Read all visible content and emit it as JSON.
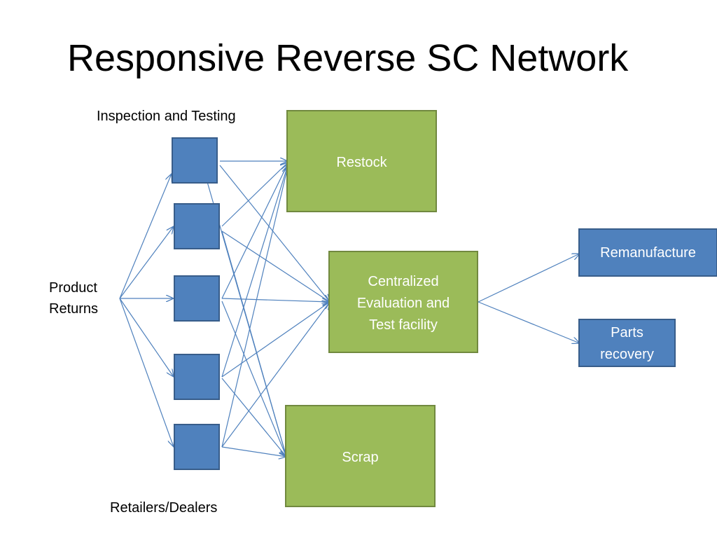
{
  "title": "Responsive Reverse SC Network",
  "labels": {
    "inspection": "Inspection and Testing",
    "product_returns": "Product Returns",
    "retailers": "Retailers/Dealers"
  },
  "nodes": {
    "restock": [
      "Restock"
    ],
    "central": [
      "Centralized",
      "Evaluation and",
      "Test facility"
    ],
    "scrap": [
      "Scrap"
    ],
    "remanufacture": [
      "Remanufacture"
    ],
    "parts": [
      "Parts",
      "recovery"
    ]
  },
  "colors": {
    "green_fill": "#9bbb59",
    "green_border": "#71893f",
    "blue_fill": "#4f81bd",
    "blue_border": "#385d8a",
    "arrow": "#4f81bd"
  }
}
